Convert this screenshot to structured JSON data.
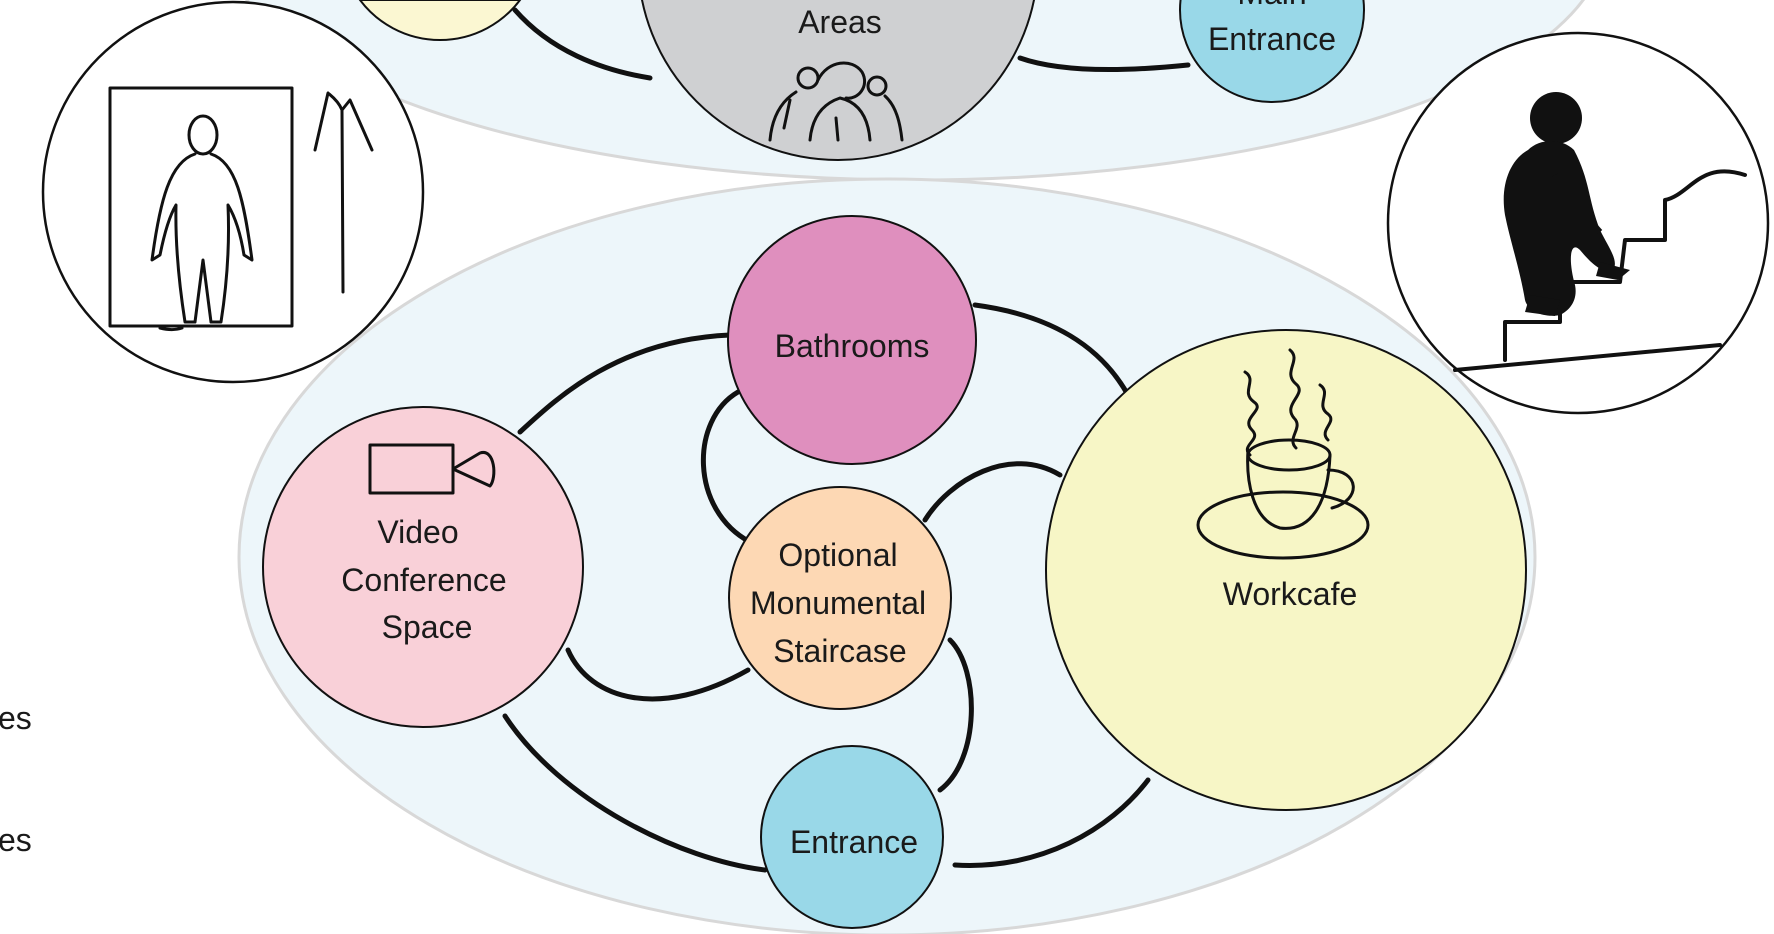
{
  "colors": {
    "zone_fill": "#edf6fa",
    "zone_stroke": "#d8d8d8",
    "gray": "#cfd0d2",
    "blue": "#99d8e8",
    "cream": "#fbf7d2",
    "magenta": "#df8fbe",
    "pink": "#f9d0d8",
    "peach": "#fdd8b4",
    "yellow": "#f7f6c6",
    "line": "#111111"
  },
  "side_labels": [
    "es",
    "es"
  ],
  "nodes": {
    "common_areas": {
      "label": "Areas"
    },
    "main_entrance": {
      "label_line1": "Main",
      "label_line2": "Entrance"
    },
    "bathrooms": {
      "label": "Bathrooms"
    },
    "video_conference": {
      "label_line1": "Video",
      "label_line2": "Conference",
      "label_line3": "Space"
    },
    "staircase": {
      "label_line1": "Optional",
      "label_line2": "Monumental",
      "label_line3": "Staircase"
    },
    "workcafe": {
      "label": "Workcafe"
    },
    "entrance": {
      "label": "Entrance"
    }
  },
  "icons": [
    "elevator-icon",
    "stairs-icon",
    "people-icon",
    "camera-icon",
    "coffee-cup-icon"
  ]
}
